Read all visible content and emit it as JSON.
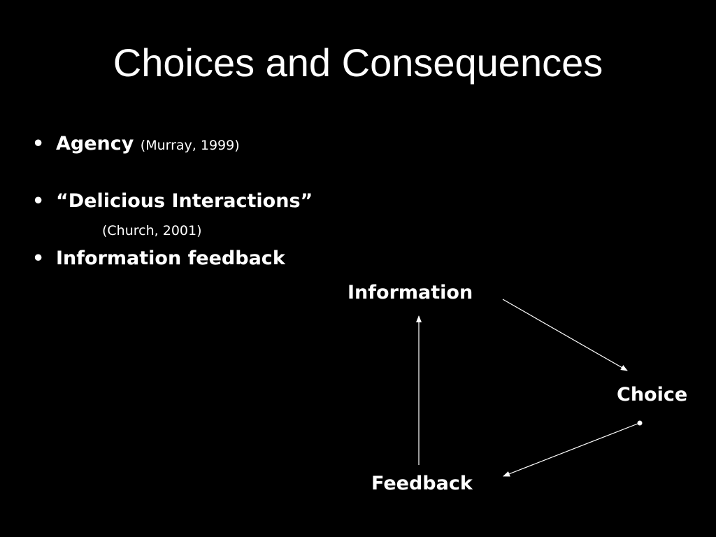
{
  "slide": {
    "title": "Choices and Consequences",
    "bullets": [
      {
        "marker": "•",
        "label": "Agency",
        "citation": "(Murray, 1999)"
      },
      {
        "marker": "•",
        "label": "“Delicious Interactions”",
        "citation": "(Church, 2001)"
      },
      {
        "marker": "•",
        "label": "Information feedback"
      }
    ]
  },
  "diagram": {
    "nodes": {
      "information": "Information",
      "choice": "Choice",
      "feedback": "Feedback"
    },
    "edges": [
      {
        "from": "Information",
        "to": "Choice"
      },
      {
        "from": "Choice",
        "to": "Feedback"
      },
      {
        "from": "Feedback",
        "to": "Information"
      }
    ]
  },
  "colors": {
    "background": "#000000",
    "text": "#ffffff"
  }
}
